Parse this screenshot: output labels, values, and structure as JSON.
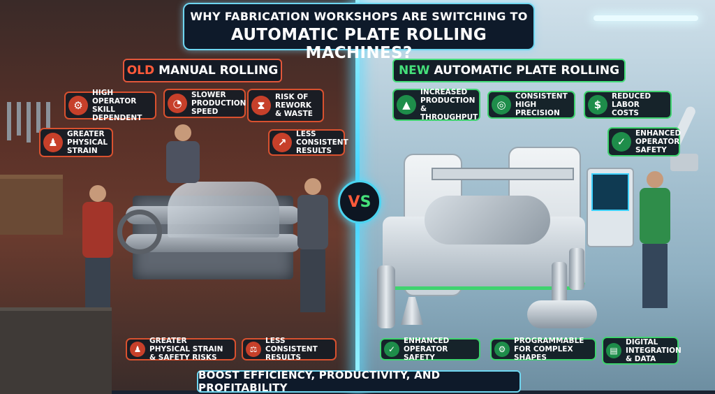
{
  "title": {
    "line1": "WHY FABRICATION WORKSHOPS ARE SWITCHING TO",
    "line2": "AUTOMATIC PLATE ROLLING MACHINES?"
  },
  "old_section": {
    "label_highlight": "OLD",
    "label_rest": "MANUAL ROLLING",
    "accent_color": "#e2573a",
    "callouts": [
      {
        "text": "HIGH OPERATOR SKILL DEPENDENT",
        "icon": "worker-gear-icon"
      },
      {
        "text": "SLOWER PRODUCTION SPEED",
        "icon": "speedometer-icon"
      },
      {
        "text": "RISK OF REWORK & WASTE",
        "icon": "hourglass-icon"
      },
      {
        "text": "GREATER PHYSICAL STRAIN",
        "icon": "strain-figure-icon"
      },
      {
        "text": "LESS CONSISTENT RESULTS",
        "icon": "trend-chart-icon"
      },
      {
        "text": "GREATER PHYSICAL STRAIN & SAFETY RISKS",
        "icon": "person-lift-icon"
      },
      {
        "text": "LESS CONSISTENT RESULTS",
        "icon": "scale-icon"
      }
    ]
  },
  "new_section": {
    "label_highlight": "NEW",
    "label_rest": "AUTOMATIC PLATE ROLLING",
    "accent_color": "#45e07a",
    "callouts": [
      {
        "text": "INCREASED PRODUCTION & THROUGHPUT",
        "icon": "growth-chart-icon"
      },
      {
        "text": "CONSISTENT HIGH PRECISION",
        "icon": "target-icon"
      },
      {
        "text": "REDUCED LABOR COSTS",
        "icon": "hand-dollar-icon"
      },
      {
        "text": "ENHANCED OPERATOR SAFETY",
        "icon": "shield-check-icon"
      },
      {
        "text": "ENHANCED OPERATOR SAFETY",
        "icon": "shield-check-icon"
      },
      {
        "text": "PROGRAMMABLE FOR COMPLEX SHAPES",
        "icon": "gears-icon"
      },
      {
        "text": "DIGITAL INTEGRATION & DATA",
        "icon": "monitor-chart-icon"
      }
    ]
  },
  "vs": {
    "v": "V",
    "s": "S"
  },
  "footer": "BOOST EFFICIENCY, PRODUCTIVITY, AND PROFITABILITY"
}
